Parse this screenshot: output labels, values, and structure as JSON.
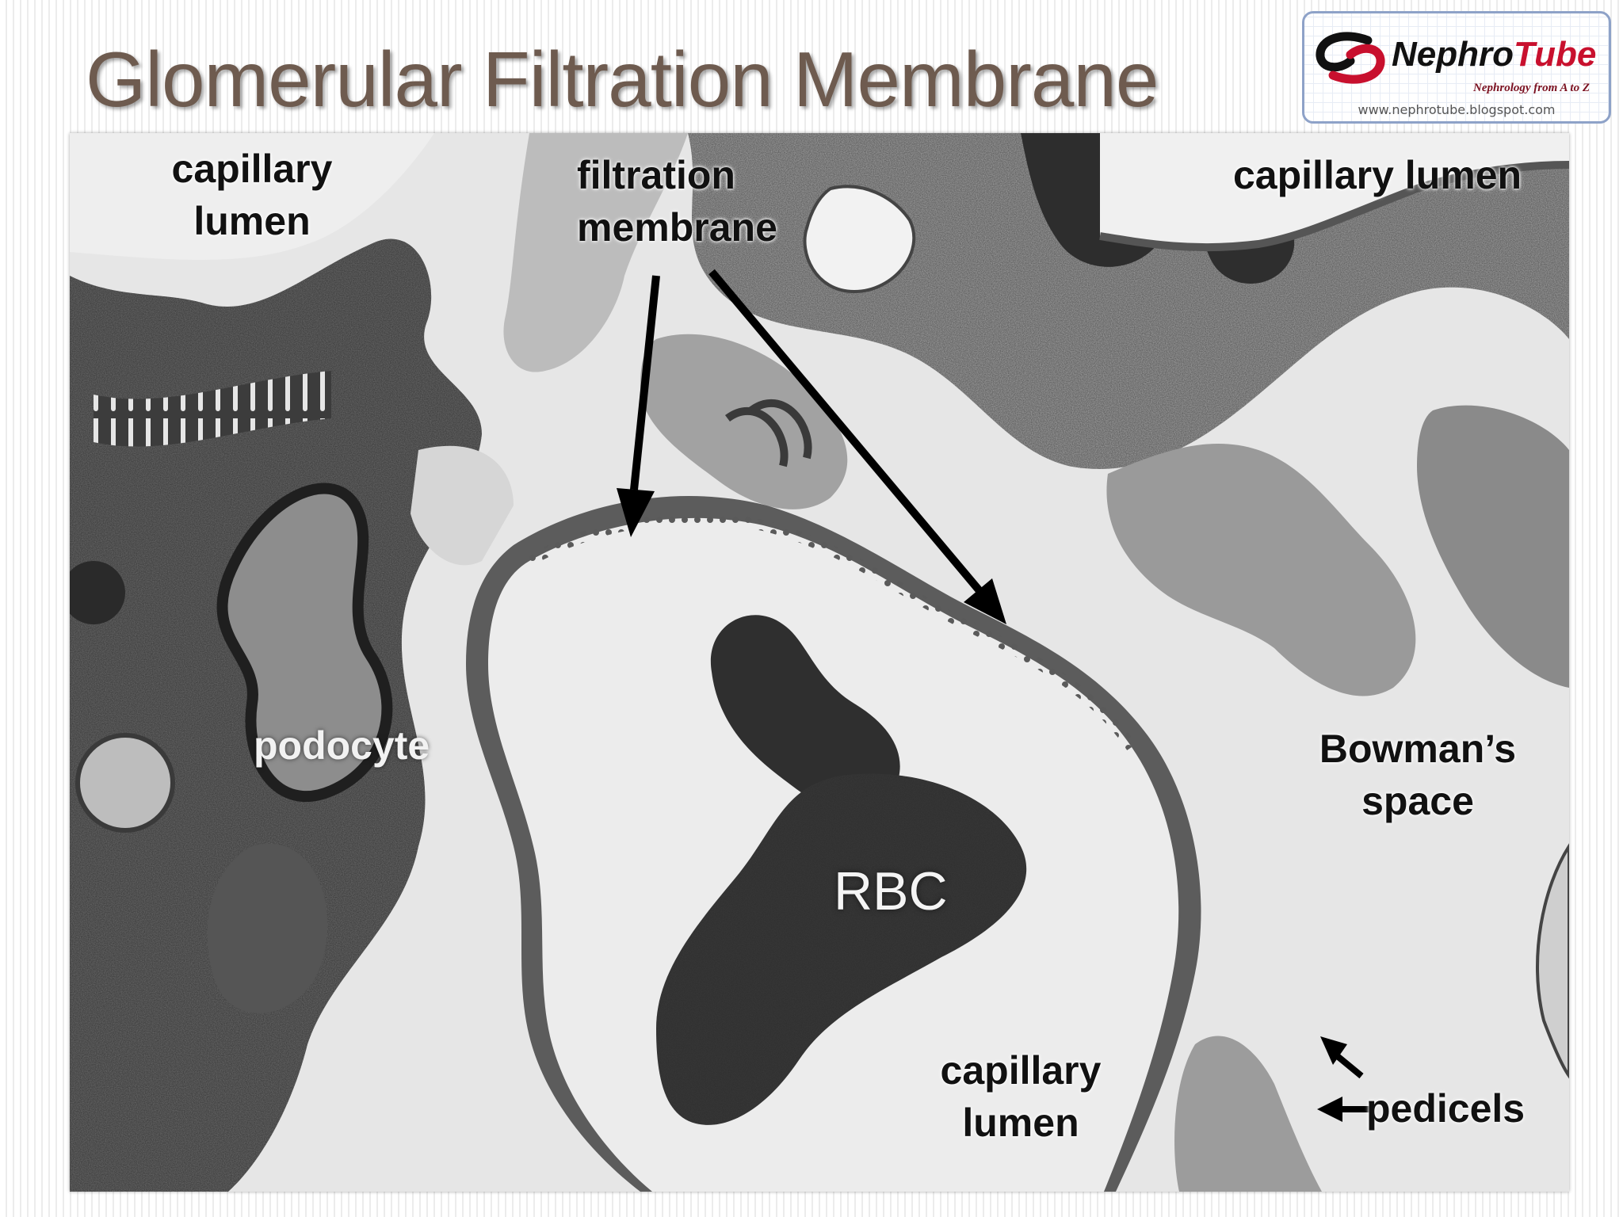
{
  "slide": {
    "title": "Glomerular Filtration Membrane"
  },
  "logo": {
    "name_part1": "Nephro",
    "name_part2": "Tube",
    "tagline": "Nephrology from A to Z",
    "url": "www.nephrotube.blogspot.com",
    "colors": {
      "red": "#c8102e",
      "black": "#111111",
      "border": "#8ea2c8"
    }
  },
  "micrograph": {
    "labels": {
      "capillary_lumen_top_left_line1": "capillary",
      "capillary_lumen_top_left_line2": "lumen",
      "filtration_membrane_line1": "filtration",
      "filtration_membrane_line2": "membrane",
      "capillary_lumen_top_right": "capillary lumen",
      "podocyte": "podocyte",
      "rbc": "RBC",
      "bowmans_space_line1": "Bowman’s",
      "bowmans_space_line2": "space",
      "capillary_lumen_bottom_line1": "capillary",
      "capillary_lumen_bottom_line2": "lumen",
      "pedicels": "pedicels"
    }
  }
}
